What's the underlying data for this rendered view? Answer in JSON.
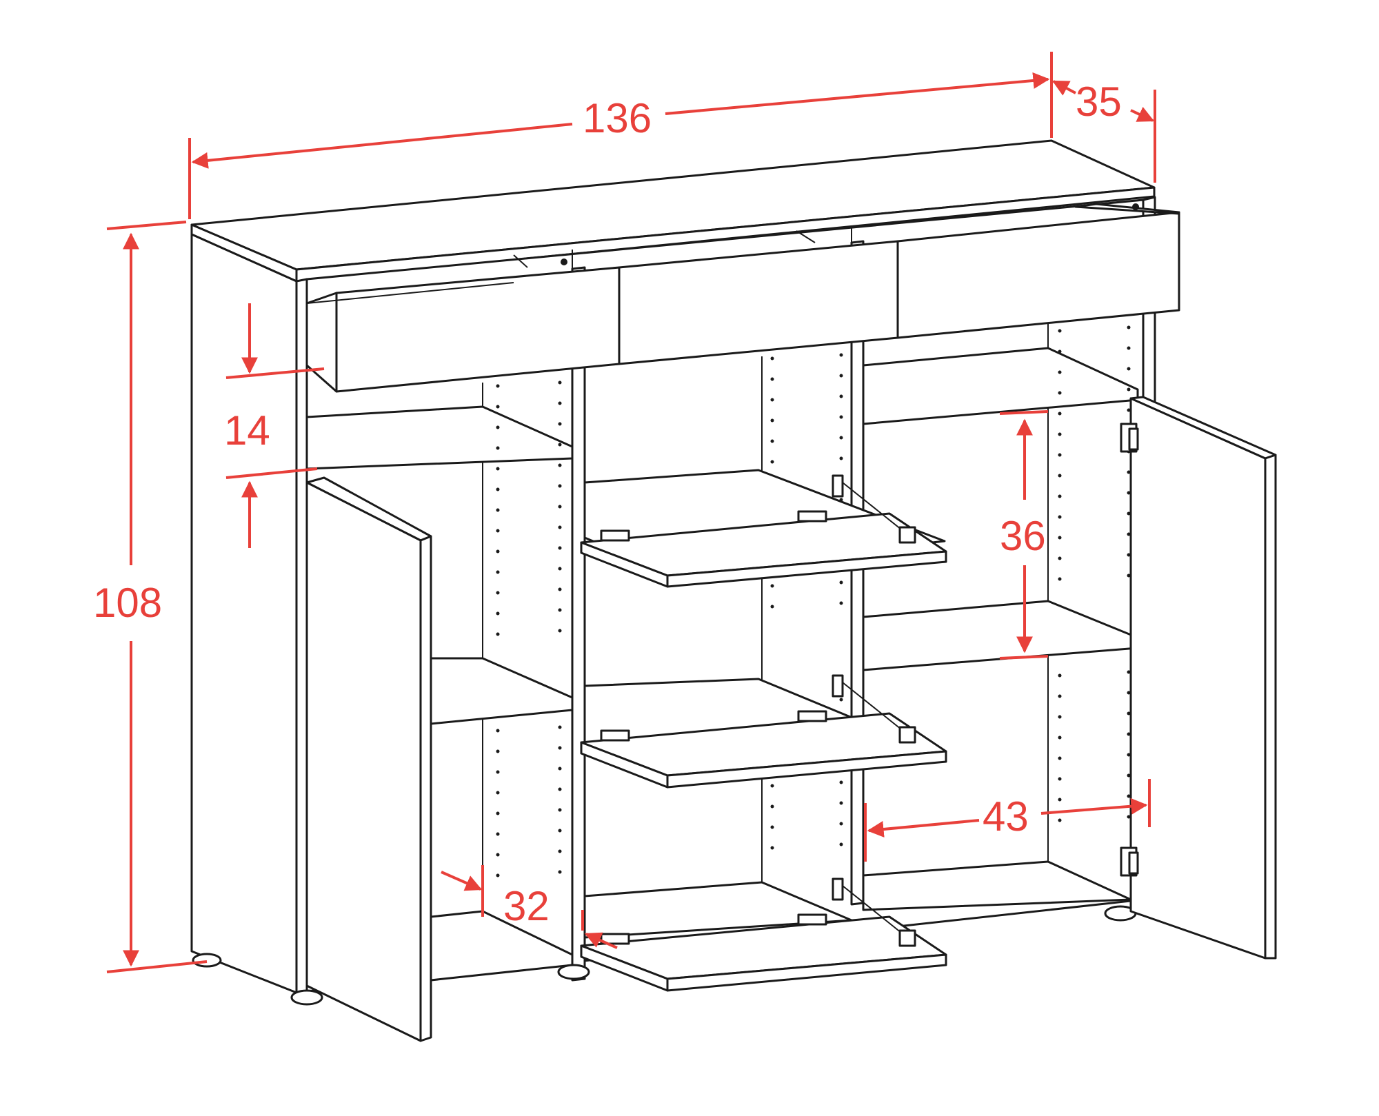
{
  "diagram": {
    "colors": {
      "dimension": "#e8403a",
      "outline": "#1a1a1a",
      "background": "#ffffff"
    },
    "dimensions": {
      "width": "136",
      "depth": "35",
      "height": "108",
      "drawer_height": "14",
      "shelf_spacing": "36",
      "compartment_width": "43",
      "door_thickness_gap": "32"
    }
  }
}
